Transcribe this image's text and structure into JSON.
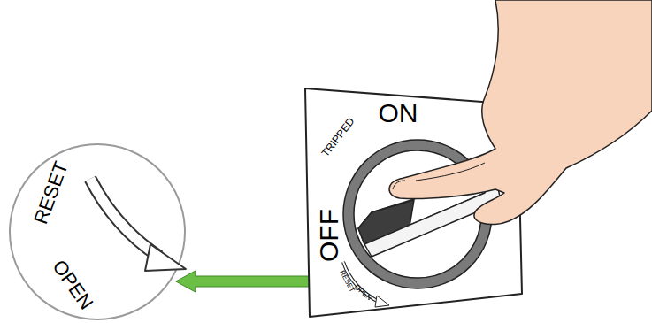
{
  "diagram": {
    "nodes": [
      {
        "text": [
          "RESET",
          "OPEN"
        ]
      },
      {
        "text": [
          "ON",
          "TRIPPED",
          "OFF",
          "RESET",
          "OPEN"
        ]
      }
    ],
    "edges": [
      {
        "from": 1,
        "to": 0,
        "arrow": "to"
      }
    ]
  }
}
